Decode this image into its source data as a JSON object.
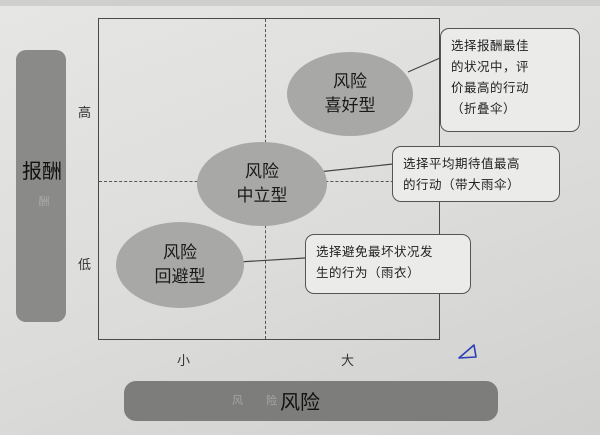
{
  "y_axis": {
    "label": "报酬",
    "label_faint": "酬",
    "ticks": {
      "high": "高",
      "low": "低"
    }
  },
  "x_axis": {
    "label": "风险",
    "label_faint_left": "风",
    "label_faint_right": "险",
    "ticks": {
      "small": "小",
      "large": "大"
    }
  },
  "types": [
    {
      "id": "seeking",
      "line1": "风险",
      "line2": "喜好型"
    },
    {
      "id": "neutral",
      "line1": "风险",
      "line2": "中立型"
    },
    {
      "id": "averse",
      "line1": "风险",
      "line2": "回避型"
    }
  ],
  "callouts": [
    {
      "id": "seeking",
      "lines": [
        "选择报酬最佳",
        "的状况中，评",
        "价最高的行动",
        "（折叠伞）"
      ]
    },
    {
      "id": "neutral",
      "lines": [
        "选择平均期待值最高",
        "的行动（带大雨伞）"
      ]
    },
    {
      "id": "averse",
      "lines": [
        "选择避免最坏状况发",
        "生的行为（雨衣）"
      ]
    }
  ]
}
